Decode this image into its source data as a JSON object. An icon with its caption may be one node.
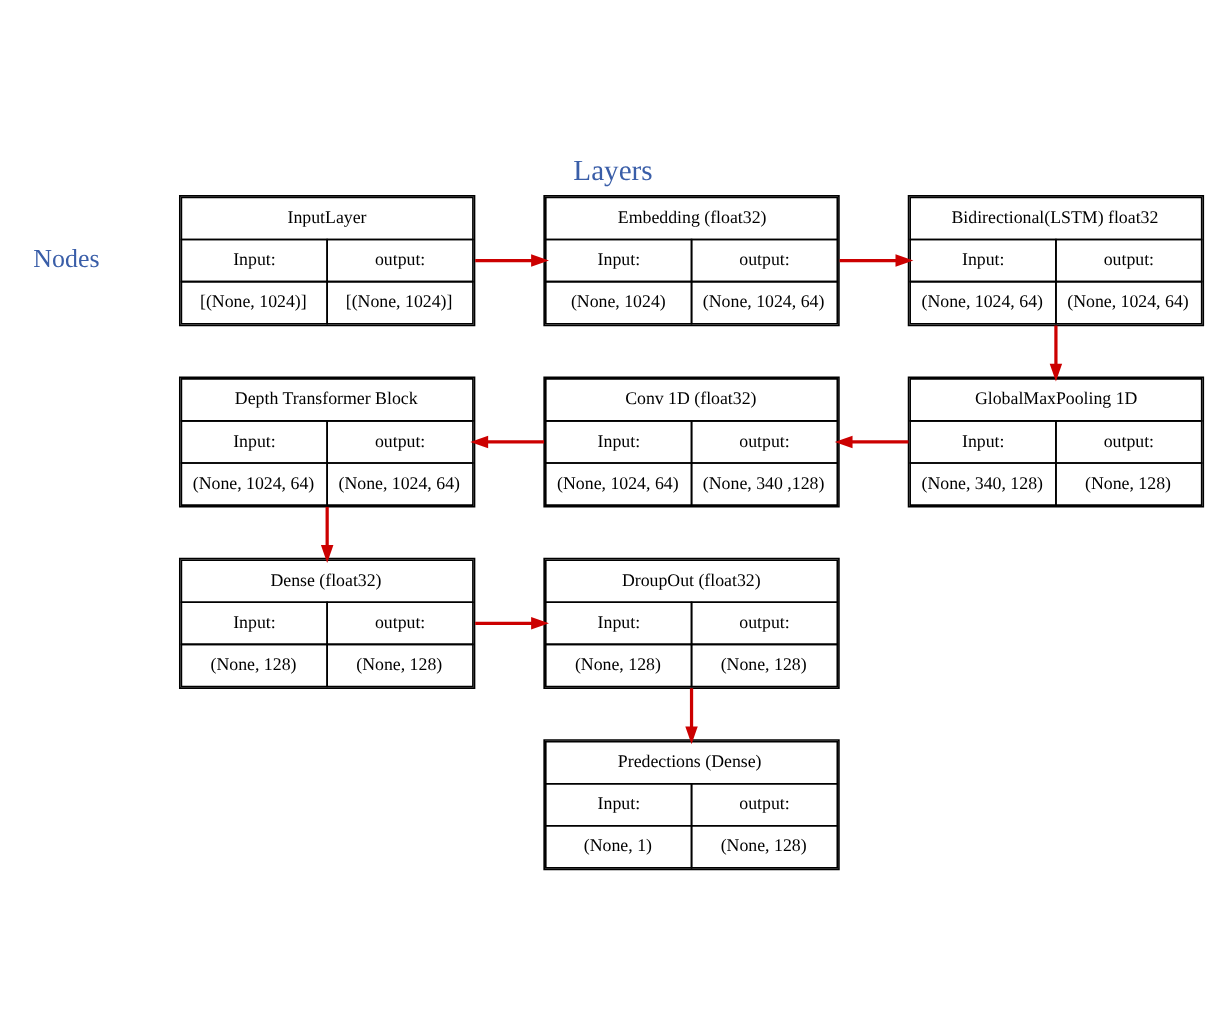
{
  "diagram": {
    "title": "Layers",
    "nodes": [
      {
        "text": [
          "InputLayer",
          "Input:",
          "output:",
          "[(None, 1024)]",
          "[(None, 1024)]"
        ]
      },
      {
        "text": [
          "Embedding (float32)",
          "Input:",
          "output:",
          "(None, 1024)",
          "(None, 1024, 64)"
        ]
      },
      {
        "text": [
          "Bidirectional(LSTM) float32",
          "Input:",
          "output:",
          "(None, 1024, 64)",
          "(None, 1024, 64)"
        ]
      },
      {
        "text": [
          "Depth Transformer Block",
          "Input:",
          "output:",
          "(None, 1024, 64)",
          "(None, 1024, 64)"
        ]
      },
      {
        "text": [
          "Conv 1D (float32)",
          "Input:",
          "output:",
          "(None, 1024, 64)",
          "(None, 340 ,128)"
        ]
      },
      {
        "text": [
          "GlobalMaxPooling 1D",
          "Input:",
          "output:",
          "(None, 340, 128)",
          "(None, 128)"
        ]
      },
      {
        "text": [
          "Dense (float32)",
          "Input:",
          "output:",
          "(None, 128)",
          "(None, 128)"
        ]
      },
      {
        "text": [
          "DroupOut (float32)",
          "Input:",
          "output:",
          "(None, 128)",
          "(None, 128)"
        ]
      },
      {
        "text": [
          "Predections (Dense)",
          "Input:",
          "output:",
          "(None, 1)",
          "(None, 128)"
        ]
      }
    ],
    "edges": [
      {
        "from": 0,
        "to": 1,
        "arrow": "to"
      },
      {
        "from": 1,
        "to": 2,
        "arrow": "to"
      },
      {
        "from": 2,
        "to": 5,
        "arrow": "to"
      },
      {
        "from": 5,
        "to": 4,
        "arrow": "to"
      },
      {
        "from": 4,
        "to": 3,
        "arrow": "to"
      },
      {
        "from": 3,
        "to": 6,
        "arrow": "to"
      },
      {
        "from": 6,
        "to": 7,
        "arrow": "to"
      },
      {
        "from": 7,
        "to": 8,
        "arrow": "to"
      }
    ],
    "labels": [
      "Nodes"
    ]
  }
}
